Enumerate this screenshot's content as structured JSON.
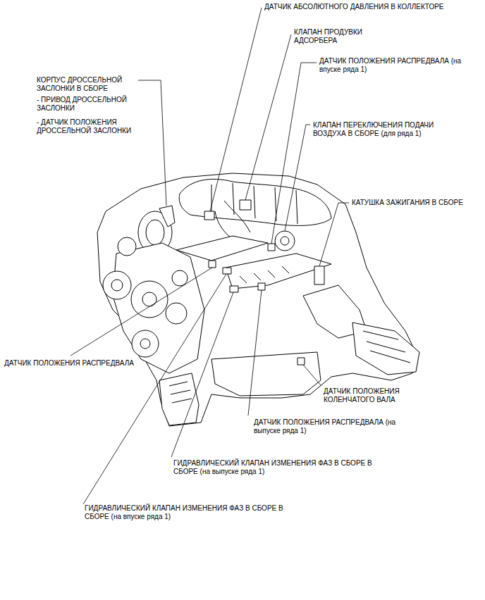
{
  "diagram": {
    "labels": [
      "ДАТЧИК АБСОЛЮТНОГО ДАВЛЕНИЯ В КОЛЛЕКТОРЕ",
      "КЛАПАН ПРОДУВКИ АДСОРБЕРА",
      "ДАТЧИК ПОЛОЖЕНИЯ РАСПРЕДВАЛА (на впуске ряда 1)",
      "КОРПУС ДРОССЕЛЬНОЙ ЗАСЛОНКИ В СБОРЕ",
      "- ПРИВОД ДРОССЕЛЬНОЙ ЗАСЛОНКИ",
      "- ДАТЧИК ПОЛОЖЕНИЯ ДРОССЕЛЬНОЙ ЗАСЛОНКИ",
      "КЛАПАН ПЕРЕКЛЮЧЕНИЯ ПОДАЧИ ВОЗДУХА В СБОРЕ (для ряда 1)",
      "КАТУШКА ЗАЖИГАНИЯ В СБОРЕ",
      "ДАТЧИК ПОЛОЖЕНИЯ РАСПРЕДВАЛА",
      "ДАТЧИК ПОЛОЖЕНИЯ КОЛЕНЧАТОГО ВАЛА",
      "ДАТЧИК ПОЛОЖЕНИЯ РАСПРЕДВАЛА (на выпуске ряда 1)",
      "ГИДРАВЛИЧЕСКИЙ КЛАПАН ИЗМЕНЕНИЯ ФАЗ В СБОРЕ В СБОРЕ (на выпуске ряда 1)",
      "ГИДРАВЛИЧЕСКИЙ КЛАПАН ИЗМЕНЕНИЯ ФАЗ В СБОРЕ В СБОРЕ (на впуске ряда 1)"
    ]
  }
}
